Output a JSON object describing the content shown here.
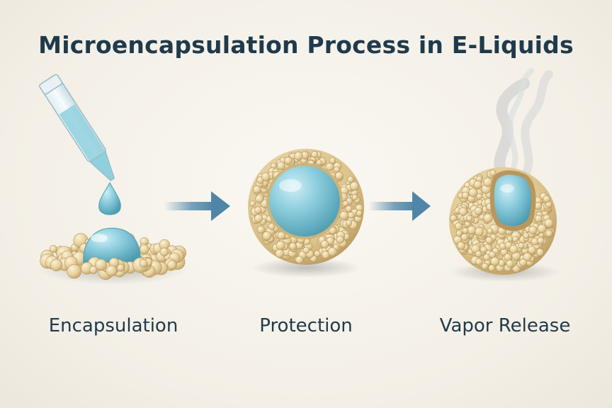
{
  "title": "Microencapsulation Process in E-Liquids",
  "stages": [
    {
      "label": "Encapsulation",
      "icon": "dropper-droplet-particles-icon"
    },
    {
      "label": "Protection",
      "icon": "coated-capsule-icon"
    },
    {
      "label": "Vapor Release",
      "icon": "open-capsule-vapor-icon"
    }
  ],
  "connectors": [
    "arrow-right-icon",
    "arrow-right-icon"
  ],
  "colors": {
    "liquid": "#7fc3d3",
    "shell": "#e8d5a4",
    "arrow": "#4f86a8",
    "text": "#1f3a4b",
    "background": "#f5f2eb"
  }
}
